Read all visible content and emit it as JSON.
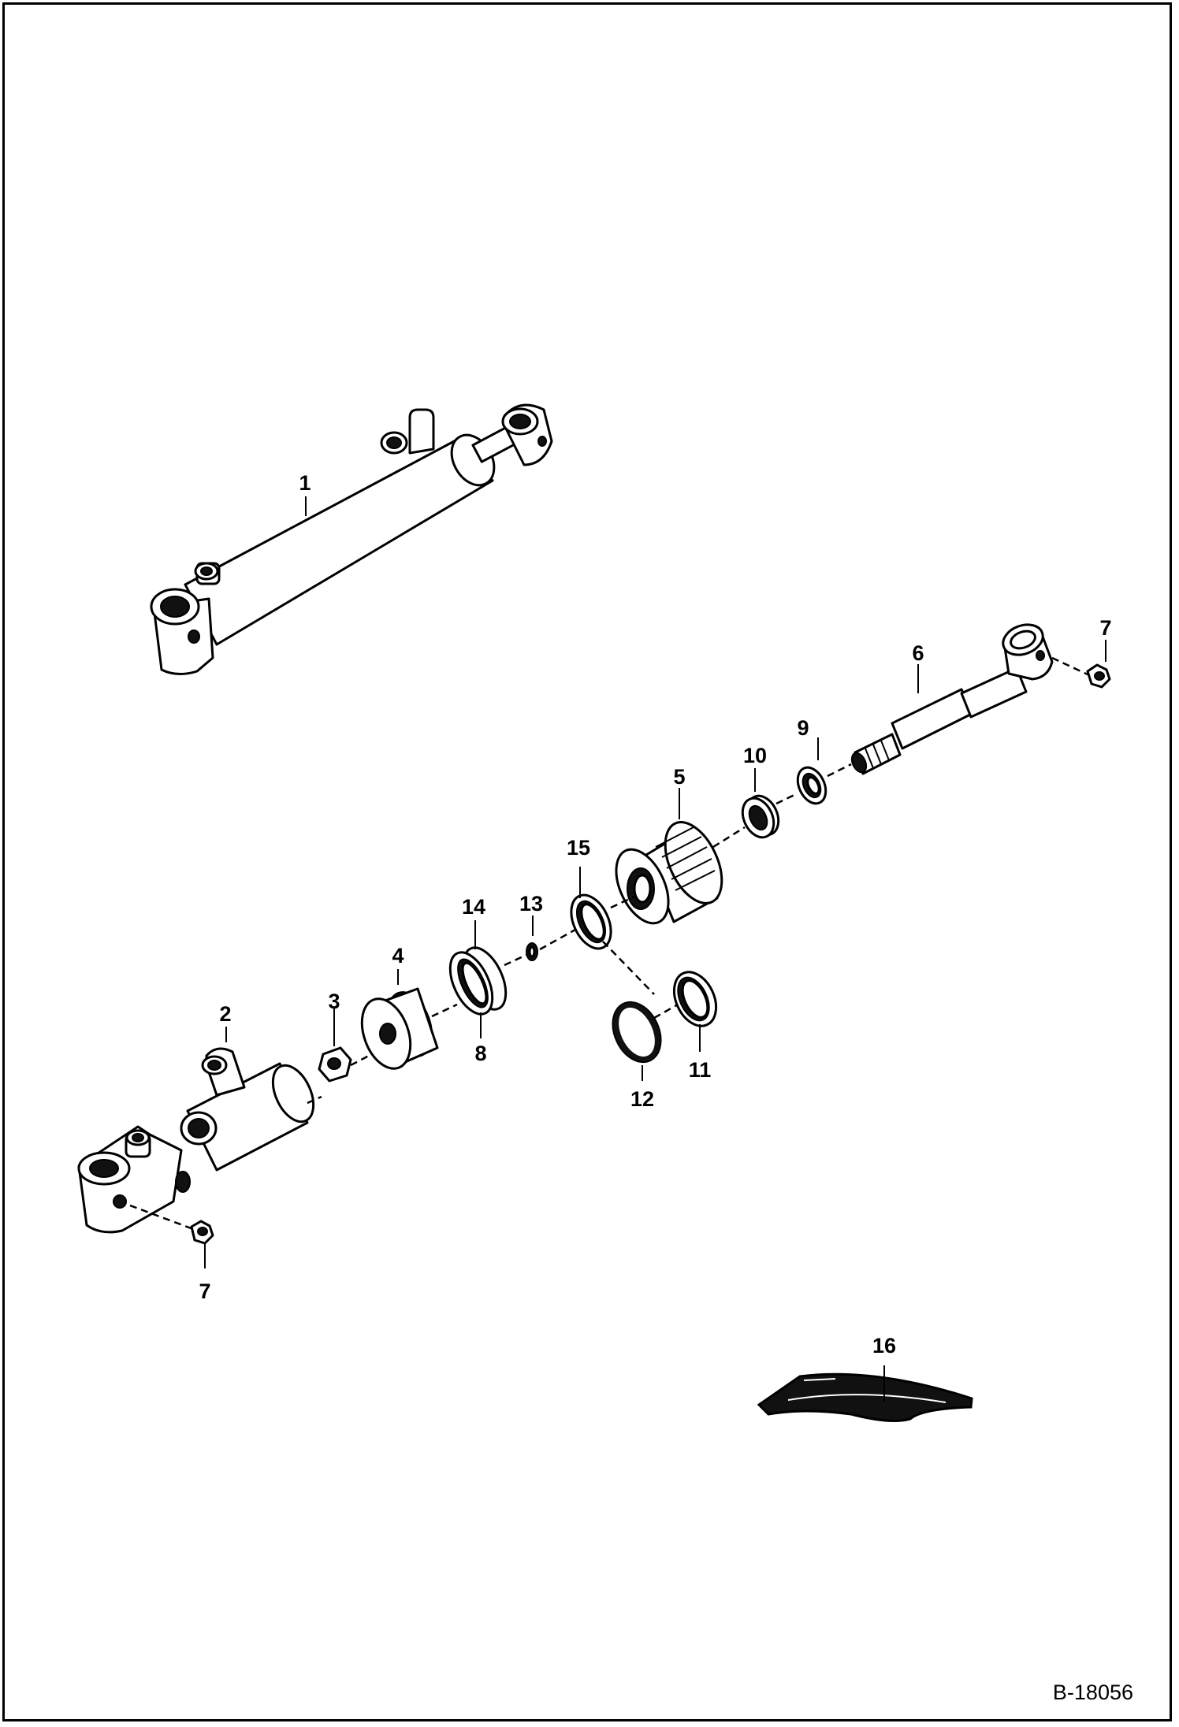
{
  "document_id": "B-18056",
  "callouts": [
    {
      "id": "c1",
      "text": "1"
    },
    {
      "id": "c2",
      "text": "2"
    },
    {
      "id": "c3",
      "text": "3"
    },
    {
      "id": "c4",
      "text": "4"
    },
    {
      "id": "c5",
      "text": "5"
    },
    {
      "id": "c6",
      "text": "6"
    },
    {
      "id": "c7a",
      "text": "7"
    },
    {
      "id": "c7b",
      "text": "7"
    },
    {
      "id": "c8",
      "text": "8"
    },
    {
      "id": "c9",
      "text": "9"
    },
    {
      "id": "c10",
      "text": "10"
    },
    {
      "id": "c11",
      "text": "11"
    },
    {
      "id": "c12",
      "text": "12"
    },
    {
      "id": "c13",
      "text": "13"
    },
    {
      "id": "c14",
      "text": "14"
    },
    {
      "id": "c15",
      "text": "15"
    },
    {
      "id": "c16",
      "text": "16"
    }
  ]
}
